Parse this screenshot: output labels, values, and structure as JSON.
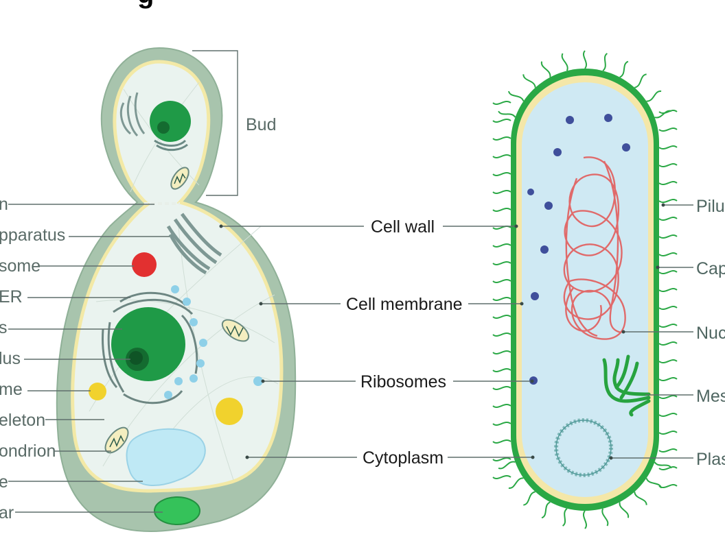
{
  "title_fragment": "g",
  "yeast_labels": {
    "bud": "Bud",
    "left": [
      "n",
      "pparatus",
      "some",
      "ER",
      "s",
      "lus",
      "me",
      "eleton",
      "ondrion",
      "e",
      "ar"
    ]
  },
  "shared_labels": [
    "Cell wall",
    "Cell membrane",
    "Ribosomes",
    "Cytoplasm"
  ],
  "bacteria_labels": [
    "Pilu",
    "Cap",
    "Nuc",
    "Mes",
    "Plas"
  ],
  "colors": {
    "yeast_wall": "#a8c4ad",
    "yeast_membrane": "#f3e9a6",
    "yeast_cytoplasm": "#eaf3ef",
    "nucleus": "#1f9a47",
    "lysosome": "#e23030",
    "granule": "#f1d22d",
    "vacuole": "#bfe9f5",
    "bacteria_wall": "#2aa845",
    "bacteria_capsule": "#f4e7a8",
    "bacteria_cytoplasm": "#cfe9f3",
    "nucleoid": "#e06a6a",
    "ribosome_dot": "#3f4f9b",
    "mesosome": "#27a33f"
  }
}
